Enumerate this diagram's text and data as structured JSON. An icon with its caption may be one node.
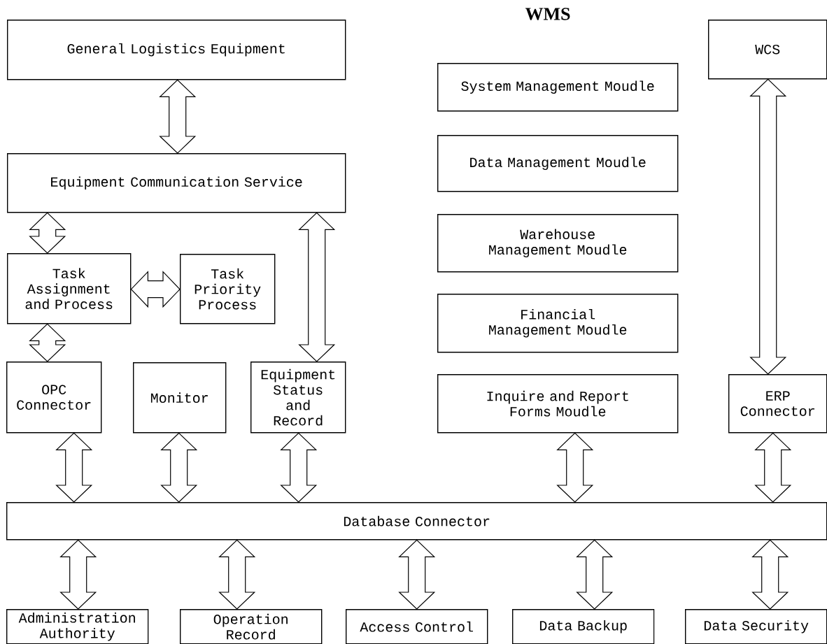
{
  "diagram": {
    "title": "WMS",
    "nodes": [
      {
        "text": [
          "General Logistics Equipment"
        ]
      },
      {
        "text": [
          "Equipment Communication Service"
        ]
      },
      {
        "text": [
          "Task Assignment and Process"
        ]
      },
      {
        "text": [
          "Task Priority Process"
        ]
      },
      {
        "text": [
          "OPC Connector"
        ]
      },
      {
        "text": [
          "Monitor"
        ]
      },
      {
        "text": [
          "Equipment Status and Record"
        ]
      },
      {
        "text": [
          "System Management Moudle"
        ]
      },
      {
        "text": [
          "Data Management Moudle"
        ]
      },
      {
        "text": [
          "Warehouse Management Moudle"
        ]
      },
      {
        "text": [
          "Financial Management Moudle"
        ]
      },
      {
        "text": [
          "Inquire and Report Forms Moudle"
        ]
      },
      {
        "text": [
          "WCS"
        ]
      },
      {
        "text": [
          "ERP Connector"
        ]
      },
      {
        "text": [
          "Database Connector"
        ]
      },
      {
        "text": [
          "Administration Authority"
        ]
      },
      {
        "text": [
          "Operation Record"
        ]
      },
      {
        "text": [
          "Access Control"
        ]
      },
      {
        "text": [
          "Data Backup"
        ]
      },
      {
        "text": [
          "Data Security"
        ]
      }
    ],
    "edges": [
      {
        "from": 0,
        "to": 1,
        "arrow": "both"
      },
      {
        "from": 1,
        "to": 2,
        "arrow": "both"
      },
      {
        "from": 2,
        "to": 3,
        "arrow": "both"
      },
      {
        "from": 2,
        "to": 4,
        "arrow": "both"
      },
      {
        "from": 1,
        "to": 6,
        "arrow": "both"
      },
      {
        "from": 12,
        "to": 13,
        "arrow": "both"
      },
      {
        "from": 4,
        "to": 14,
        "arrow": "both"
      },
      {
        "from": 5,
        "to": 14,
        "arrow": "both"
      },
      {
        "from": 6,
        "to": 14,
        "arrow": "both"
      },
      {
        "from": 11,
        "to": 14,
        "arrow": "both"
      },
      {
        "from": 13,
        "to": 14,
        "arrow": "both"
      },
      {
        "from": 14,
        "to": 15,
        "arrow": "both"
      },
      {
        "from": 14,
        "to": 16,
        "arrow": "both"
      },
      {
        "from": 14,
        "to": 17,
        "arrow": "both"
      },
      {
        "from": 14,
        "to": 18,
        "arrow": "both"
      },
      {
        "from": 14,
        "to": 19,
        "arrow": "both"
      }
    ]
  }
}
